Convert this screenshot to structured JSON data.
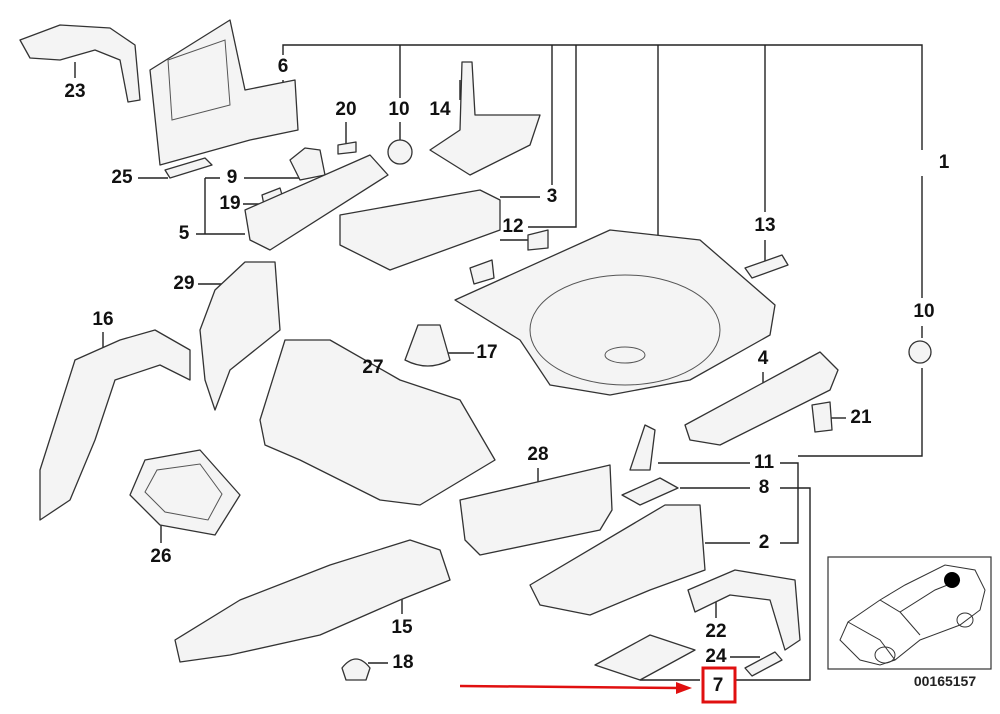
{
  "diagram": {
    "reference_number": "00165157",
    "highlighted_part": "7",
    "highlight_color": "#e01010",
    "part_labels": {
      "p1": "1",
      "p2": "2",
      "p3": "3",
      "p4": "4",
      "p5": "5",
      "p6": "6",
      "p7": "7",
      "p8": "8",
      "p9": "9",
      "p10a": "10",
      "p10b": "10",
      "p11": "11",
      "p12": "12",
      "p13": "13",
      "p14": "14",
      "p15": "15",
      "p16": "16",
      "p17": "17",
      "p18": "18",
      "p19": "19",
      "p20": "20",
      "p21": "21",
      "p22": "22",
      "p23": "23",
      "p24": "24",
      "p25": "25",
      "p26": "26",
      "p27": "27",
      "p28": "28",
      "p29": "29"
    }
  }
}
